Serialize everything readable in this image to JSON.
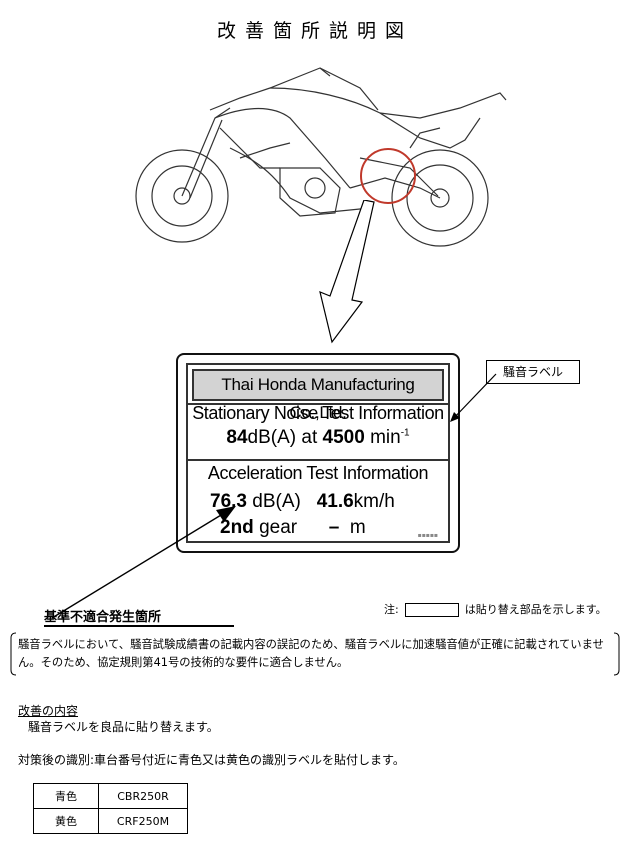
{
  "title": "改善箇所説明図",
  "noise_label": {
    "manufacturer": "Thai Honda Manufacturing Co.,Ltd.",
    "stationary_heading": "Stationary Noise Test Information",
    "stationary_value": "84",
    "stationary_unit": "dB(A) at",
    "stationary_rpm": "4500",
    "stationary_rpm_unit": "min",
    "stationary_exponent": "-1",
    "acceleration_heading": "Acceleration Test Information",
    "accel_db_value": "76.3",
    "accel_db_unit": "dB(A)",
    "accel_speed_value": "41.6",
    "accel_speed_unit": "km/h",
    "gear_value": "2nd",
    "gear_unit": "gear",
    "distance_value": "–",
    "distance_unit": "m"
  },
  "callout_label": "騒音ラベル",
  "nonconformity_label": "基準不適合発生箇所",
  "note": {
    "prefix": "注:",
    "suffix": "は貼り替え部品を示します。"
  },
  "description": "騒音ラベルにおいて、騒音試験成績書の記載内容の誤記のため、騒音ラベルに加速騒音値が正確に記載されていません。そのため、協定規則第41号の技術的な要件に適合しません。",
  "improvement": {
    "heading": "改善の内容",
    "text": "騒音ラベルを良品に貼り替えます。"
  },
  "identification_text": "対策後の識別:車台番号付近に青色又は黄色の識別ラベルを貼付します。",
  "identification_table": [
    {
      "color": "青色",
      "model": "CBR250R"
    },
    {
      "color": "黄色",
      "model": "CRF250M"
    }
  ],
  "colors": {
    "highlight_circle": "#c0392b",
    "label_header_bg": "#d3d3d3"
  }
}
